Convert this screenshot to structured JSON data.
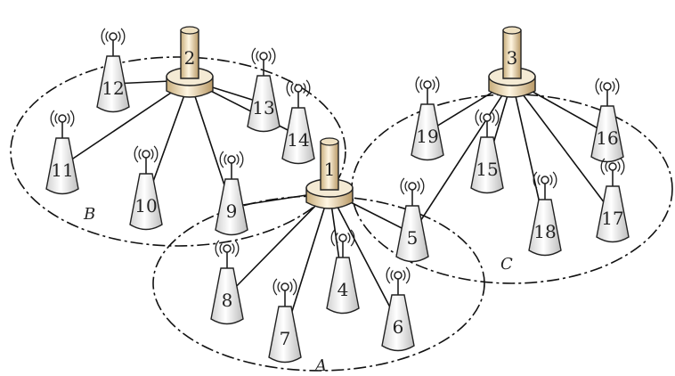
{
  "diagram": {
    "clusters": [
      {
        "id": "A",
        "label": "A"
      },
      {
        "id": "B",
        "label": "B"
      },
      {
        "id": "C",
        "label": "C"
      }
    ],
    "hubs": [
      {
        "id": "1",
        "label": "1"
      },
      {
        "id": "2",
        "label": "2"
      },
      {
        "id": "3",
        "label": "3"
      }
    ],
    "nodes": [
      {
        "id": "4",
        "label": "4"
      },
      {
        "id": "5",
        "label": "5"
      },
      {
        "id": "6",
        "label": "6"
      },
      {
        "id": "7",
        "label": "7"
      },
      {
        "id": "8",
        "label": "8"
      },
      {
        "id": "9",
        "label": "9"
      },
      {
        "id": "10",
        "label": "10"
      },
      {
        "id": "11",
        "label": "11"
      },
      {
        "id": "12",
        "label": "12"
      },
      {
        "id": "13",
        "label": "13"
      },
      {
        "id": "14",
        "label": "14"
      },
      {
        "id": "15",
        "label": "15"
      },
      {
        "id": "16",
        "label": "16"
      },
      {
        "id": "17",
        "label": "17"
      },
      {
        "id": "18",
        "label": "18"
      },
      {
        "id": "19",
        "label": "19"
      }
    ],
    "links": [
      [
        "2",
        "12"
      ],
      [
        "2",
        "11"
      ],
      [
        "2",
        "10"
      ],
      [
        "2",
        "9"
      ],
      [
        "2",
        "13"
      ],
      [
        "2",
        "14"
      ],
      [
        "1",
        "9"
      ],
      [
        "1",
        "8"
      ],
      [
        "1",
        "7"
      ],
      [
        "1",
        "4"
      ],
      [
        "1",
        "6"
      ],
      [
        "1",
        "5"
      ],
      [
        "3",
        "19"
      ],
      [
        "3",
        "15"
      ],
      [
        "3",
        "5"
      ],
      [
        "3",
        "18"
      ],
      [
        "3",
        "17"
      ],
      [
        "3",
        "16"
      ]
    ]
  }
}
